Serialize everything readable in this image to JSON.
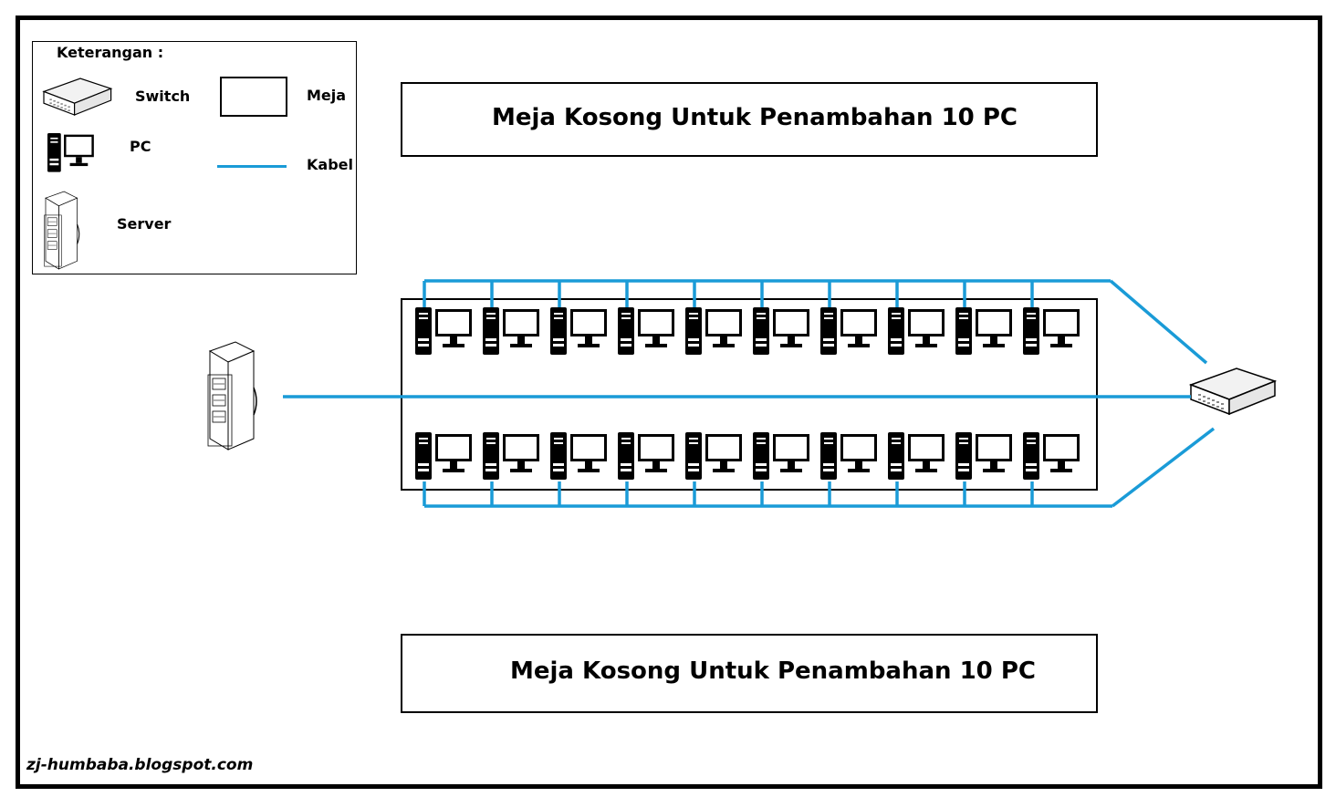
{
  "legend": {
    "title": "Keterangan :",
    "items": [
      {
        "icon": "switch-icon",
        "label": "Switch"
      },
      {
        "icon": "pc-icon",
        "label": "PC"
      },
      {
        "icon": "server-icon",
        "label": "Server"
      },
      {
        "icon": "table-icon",
        "label": "Meja"
      },
      {
        "icon": "cable-icon",
        "label": "Kabel"
      }
    ]
  },
  "empty_tables": [
    {
      "label": "Meja Kosong Untuk Penambahan 10 PC"
    },
    {
      "label": "Meja Kosong Untuk Penambahan 10 PC"
    }
  ],
  "network": {
    "pcs_per_row": 10,
    "rows": 2,
    "cable_color": "#1a9bd7"
  },
  "credit": "zj-humbaba.blogspot.com"
}
